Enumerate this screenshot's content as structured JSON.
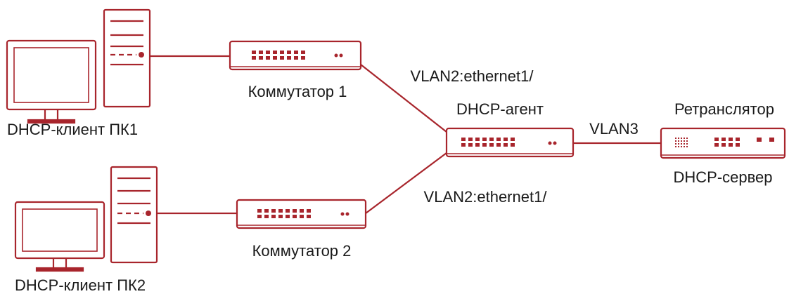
{
  "colors": {
    "accent": "#a8252c",
    "device_fill": "#ffffff",
    "text": "#1a1a1a"
  },
  "nodes": {
    "pc1": {
      "label": "DHCP-клиент ПК1",
      "icon": "desktop-computer-icon"
    },
    "pc2": {
      "label": "DHCP-клиент ПК2",
      "icon": "desktop-computer-icon"
    },
    "switch1": {
      "label": "Коммутатор 1",
      "icon": "network-switch-icon"
    },
    "switch2": {
      "label": "Коммутатор 2",
      "icon": "network-switch-icon"
    },
    "agent": {
      "label": "DHCP-агент",
      "icon": "network-switch-icon"
    },
    "relay": {
      "label_top": "Ретранслятор",
      "label_bottom": "DHCP-сервер",
      "icon": "network-switch-icon"
    }
  },
  "links": {
    "switch1_agent": {
      "label": "VLAN2:ethernet1/"
    },
    "switch2_agent": {
      "label": "VLAN2:ethernet1/"
    },
    "agent_relay": {
      "label": "VLAN3"
    }
  }
}
